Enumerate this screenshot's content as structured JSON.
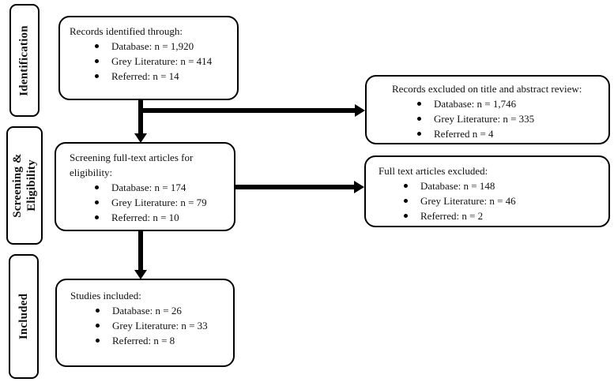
{
  "diagram": {
    "stages": [
      {
        "label": "Identification"
      },
      {
        "label": "Screening &\nEligibility"
      },
      {
        "label": "Included"
      }
    ],
    "boxes": {
      "identified": {
        "title": "Records identified through:",
        "items": [
          "Database: n = 1,920",
          "Grey Literature: n = 414",
          "Referred: n = 14"
        ]
      },
      "excluded_title_abstract": {
        "title": "Records excluded on title and abstract review:",
        "items": [
          "Database: n = 1,746",
          "Grey Literature: n = 335",
          "Referred n = 4"
        ]
      },
      "screening": {
        "title": "Screening full-text articles for eligibility:",
        "items": [
          "Database: n = 174",
          "Grey Literature: n = 79",
          "Referred: n = 10"
        ]
      },
      "fulltext_excluded": {
        "title": "Full text articles excluded:",
        "items": [
          "Database: n = 148",
          "Grey Literature: n = 46",
          "Referred: n = 2"
        ]
      },
      "included": {
        "title": "Studies included:",
        "items": [
          "Database: n = 26",
          "Grey Literature: n = 33",
          "Referred: n = 8"
        ]
      }
    },
    "colors": {
      "line": "#000000",
      "background": "#ffffff",
      "text": "#111111"
    }
  }
}
